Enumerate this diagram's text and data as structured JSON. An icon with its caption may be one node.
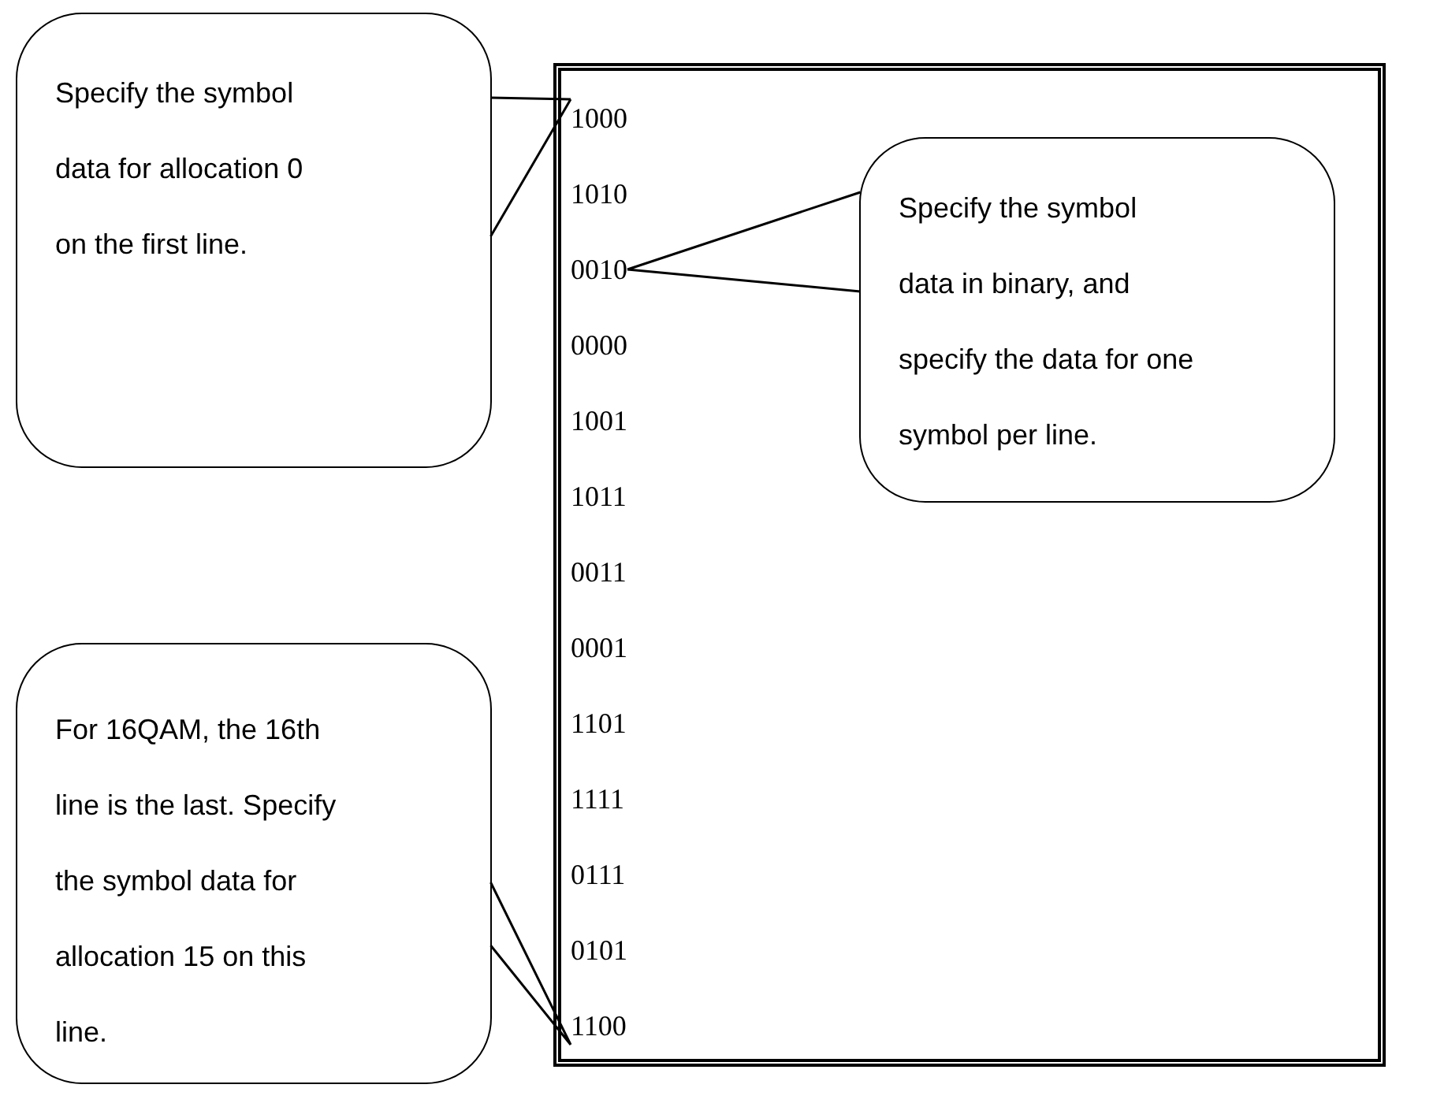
{
  "diagram": {
    "nodes": [
      {
        "text": [],
        "shape": "box"
      },
      {
        "text": [
          "1000"
        ],
        "in": 0
      },
      {
        "text": [
          "1010"
        ],
        "in": 0
      },
      {
        "text": [
          "0010"
        ],
        "in": 0
      },
      {
        "text": [
          "0000"
        ],
        "in": 0
      },
      {
        "text": [
          "1001"
        ],
        "in": 0
      },
      {
        "text": [
          "1011"
        ],
        "in": 0
      },
      {
        "text": [
          "0011"
        ],
        "in": 0
      },
      {
        "text": [
          "0001"
        ],
        "in": 0
      },
      {
        "text": [
          "1101"
        ],
        "in": 0
      },
      {
        "text": [
          "1111"
        ],
        "in": 0
      },
      {
        "text": [
          "0111"
        ],
        "in": 0
      },
      {
        "text": [
          "0101"
        ],
        "in": 0
      },
      {
        "text": [
          "1100"
        ],
        "in": 0
      },
      {
        "text": [
          "Specify the symbol data for allocation 0 on the first line."
        ]
      },
      {
        "text": [
          "Specify the symbol data in binary, and specify the data for one symbol per line."
        ],
        "in": 0
      },
      {
        "text": [
          "For 16QAM, the 16th line is the last. Specify the symbol data for allocation 15 on this line."
        ]
      }
    ],
    "edges": [
      {
        "from": 14,
        "to": 1,
        "arrow": "none"
      },
      {
        "from": 15,
        "to": 3,
        "arrow": "none"
      },
      {
        "from": 16,
        "to": 13,
        "arrow": "none"
      }
    ]
  }
}
